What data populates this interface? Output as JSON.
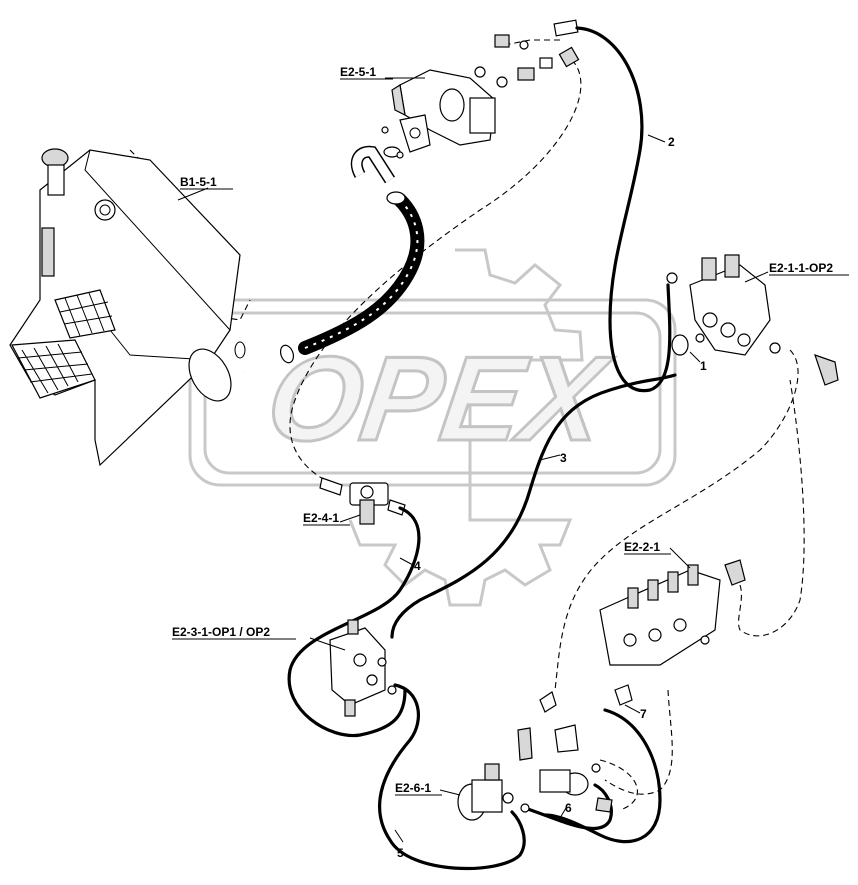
{
  "watermark": {
    "text": "OPEX"
  },
  "labels": {
    "tank": "B1-5-1",
    "pump": "E2-5-1",
    "valve_top_right": "E2-1-1-OP2",
    "valve_left": "E2-4-1",
    "valve_block_left": "E2-3-1-OP1 / OP2",
    "valve_bottom_right": "E2-2-1",
    "valve_bottom": "E2-6-1"
  },
  "callouts": {
    "hose_1": "1",
    "hose_2": "2",
    "hose_3": "3",
    "hose_4": "4",
    "hose_5": "5",
    "hose_6": "6",
    "hose_7": "7"
  },
  "colors": {
    "line": "#000000",
    "watermark": "#c8c8c8",
    "background": "#ffffff"
  }
}
